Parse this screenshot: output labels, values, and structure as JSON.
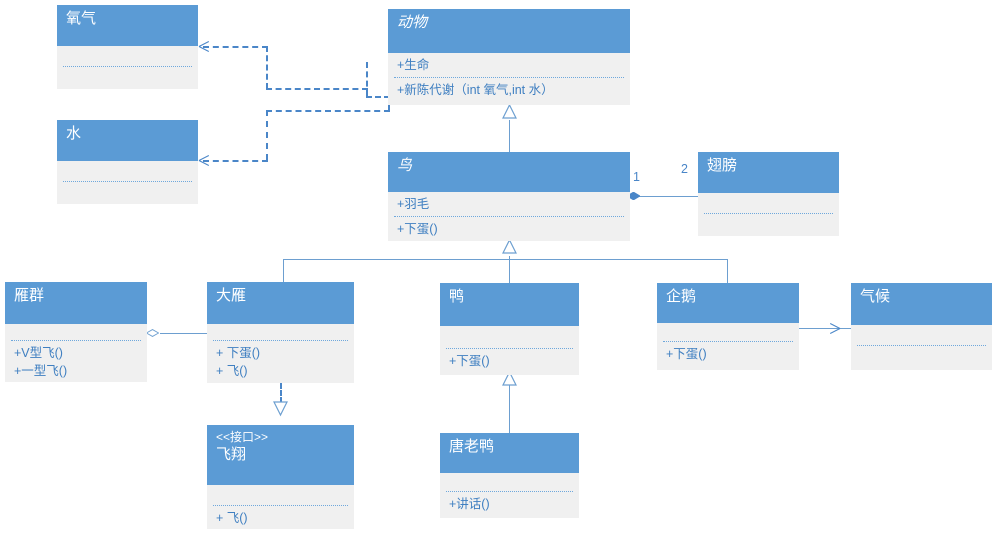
{
  "diagram": {
    "title": "UML Class Diagram",
    "colors": {
      "header_fill": "#5B9BD5",
      "body_fill": "#f0f0f0",
      "text_on_header": "#ffffff",
      "member_text": "#3f7fc1",
      "connector": "#6d9fd0",
      "dependency": "#4a86c8"
    }
  },
  "classes": {
    "oxygen": {
      "name": "氧气",
      "stereotype": "",
      "abstract": false,
      "attributes": [],
      "operations": []
    },
    "water": {
      "name": "水",
      "stereotype": "",
      "abstract": false,
      "attributes": [],
      "operations": []
    },
    "animal": {
      "name": "动物",
      "stereotype": "",
      "abstract": true,
      "attributes": [
        "+生命"
      ],
      "operations": [
        "+新陈代谢（int 氧气,int 水）"
      ]
    },
    "bird": {
      "name": "鸟",
      "stereotype": "",
      "abstract": true,
      "attributes": [
        "+羽毛"
      ],
      "operations": [
        "+下蛋()"
      ]
    },
    "wing": {
      "name": "翅膀",
      "stereotype": "",
      "abstract": false,
      "attributes": [],
      "operations": []
    },
    "flock": {
      "name": "雁群",
      "stereotype": "",
      "abstract": false,
      "attributes": [],
      "operations": [
        "+V型飞()",
        "+一型飞()"
      ]
    },
    "wildgoose": {
      "name": "大雁",
      "stereotype": "",
      "abstract": false,
      "attributes": [],
      "operations": [
        "+ 下蛋()",
        "+ 飞()"
      ]
    },
    "duck": {
      "name": "鸭",
      "stereotype": "",
      "abstract": false,
      "attributes": [],
      "operations": [
        "+下蛋()"
      ]
    },
    "penguin": {
      "name": "企鹅",
      "stereotype": "",
      "abstract": false,
      "attributes": [],
      "operations": [
        "+下蛋()"
      ]
    },
    "climate": {
      "name": "气候",
      "stereotype": "",
      "abstract": false,
      "attributes": [],
      "operations": []
    },
    "fly": {
      "name": "飞翔",
      "stereotype": "<<接口>>",
      "abstract": false,
      "attributes": [],
      "operations": [
        "+ 飞()"
      ]
    },
    "donald": {
      "name": "唐老鸭",
      "stereotype": "",
      "abstract": false,
      "attributes": [],
      "operations": [
        "+讲话()"
      ]
    }
  },
  "multiplicities": {
    "bird_wing_source": "1",
    "bird_wing_target": "2"
  },
  "relations": [
    {
      "kind": "dependency",
      "from": "动物",
      "to": "氧气"
    },
    {
      "kind": "dependency",
      "from": "动物",
      "to": "水"
    },
    {
      "kind": "generalization",
      "from": "鸟",
      "to": "动物"
    },
    {
      "kind": "composition",
      "from": "鸟",
      "to": "翅膀",
      "source_mult": "1",
      "target_mult": "2"
    },
    {
      "kind": "generalization",
      "from": "大雁",
      "to": "鸟"
    },
    {
      "kind": "generalization",
      "from": "鸭",
      "to": "鸟"
    },
    {
      "kind": "generalization",
      "from": "企鹅",
      "to": "鸟"
    },
    {
      "kind": "aggregation",
      "from": "雁群",
      "to": "大雁"
    },
    {
      "kind": "realization",
      "from": "大雁",
      "to": "飞翔"
    },
    {
      "kind": "generalization",
      "from": "唐老鸭",
      "to": "鸭"
    },
    {
      "kind": "association",
      "from": "企鹅",
      "to": "气候"
    }
  ]
}
